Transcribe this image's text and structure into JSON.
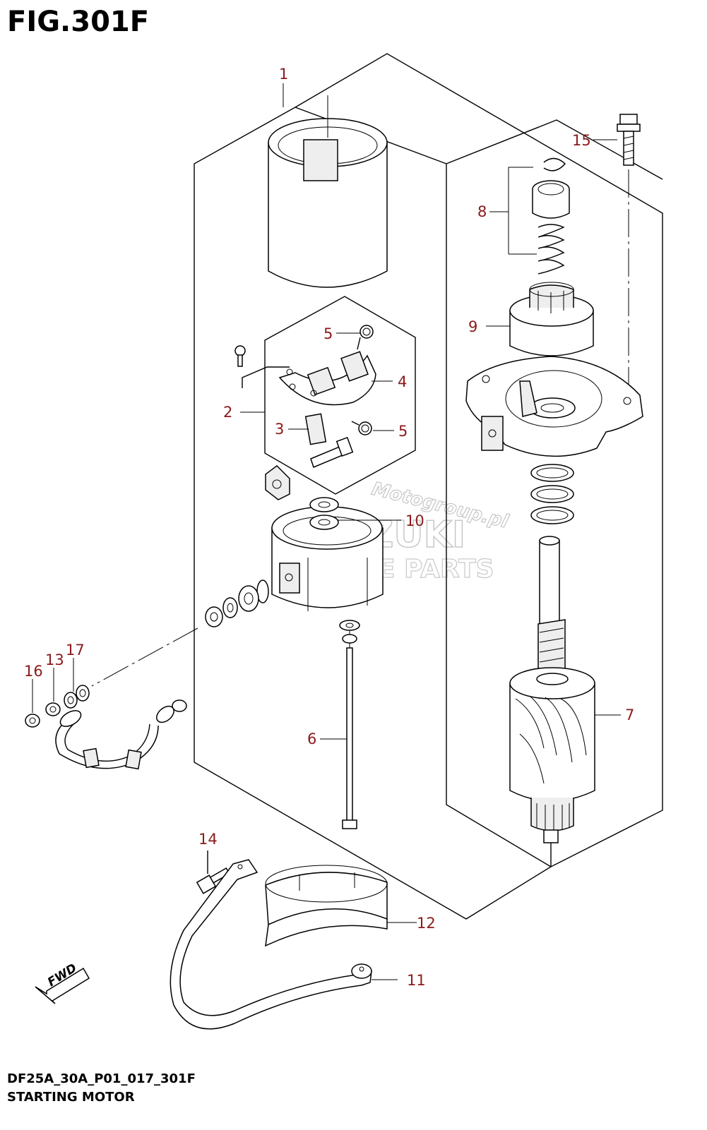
{
  "figure": {
    "title": "FIG.301F",
    "code": "DF25A_30A_P01_017_301F",
    "caption": "STARTING MOTOR"
  },
  "watermark": {
    "line1": "Motogroup.pl",
    "line2": "SUZUKI",
    "line3": "MARINE PARTS"
  },
  "direction_label": "FWD",
  "callouts": {
    "c1": "1",
    "c2": "2",
    "c3": "3",
    "c4": "4",
    "c5a": "5",
    "c5b": "5",
    "c6": "6",
    "c7": "7",
    "c8": "8",
    "c9": "9",
    "c10": "10",
    "c11": "11",
    "c12": "12",
    "c13": "13",
    "c14": "14",
    "c15": "15",
    "c16": "16",
    "c17": "17"
  },
  "colors": {
    "callout": "#8b1a1a",
    "line": "#000000",
    "watermark": "#c8c8c8"
  }
}
